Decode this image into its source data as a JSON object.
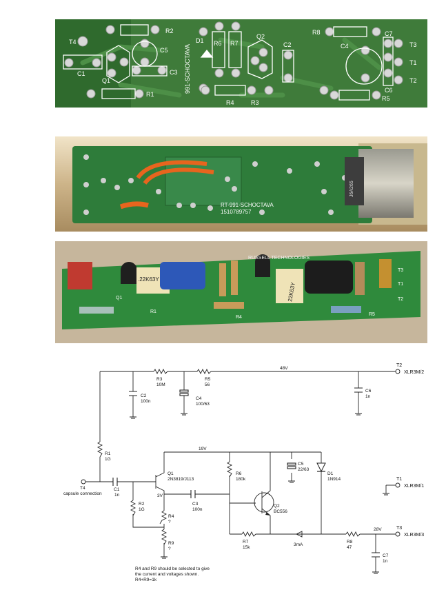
{
  "pcb_layout": {
    "labels": [
      "T4",
      "C1",
      "Q1",
      "R2",
      "C5",
      "C3",
      "R1",
      "991-SCHOCTAVA",
      "D1",
      "R6",
      "R7",
      "Q2",
      "R4",
      "R3",
      "C2",
      "R8",
      "C4",
      "C7",
      "T3",
      "T1",
      "T2",
      "C6",
      "R5"
    ]
  },
  "photo_bottom": {
    "silkscreen_line1": "RT-991-SCHOCTAVA",
    "silkscreen_line2": "1510789757",
    "transistor_mark": "J6A265"
  },
  "photo_assembled": {
    "brand": "RUSSELL TECHNOLOGIES",
    "cap_marking_1": ".22K63Y",
    "cap_marking_2": "22K63Y",
    "labels": [
      "Q1",
      "R1",
      "R4",
      "R5",
      "T3",
      "T1",
      "T2"
    ]
  },
  "schematic": {
    "components": {
      "R3": {
        "ref": "R3",
        "value": "10M"
      },
      "R5": {
        "ref": "R5",
        "value": "56"
      },
      "C2": {
        "ref": "C2",
        "value": "100n"
      },
      "C4": {
        "ref": "C4",
        "value": "100/63"
      },
      "C6": {
        "ref": "C6",
        "value": "1n"
      },
      "R1": {
        "ref": "R1",
        "value": "1G"
      },
      "Q1": {
        "ref": "Q1",
        "value": "2N3819/J113"
      },
      "C1": {
        "ref": "C1",
        "value": "1n"
      },
      "R2": {
        "ref": "R2",
        "value": "1G"
      },
      "C3": {
        "ref": "C3",
        "value": "100n"
      },
      "R4": {
        "ref": "R4",
        "value": "?"
      },
      "R9": {
        "ref": "R9",
        "value": "?"
      },
      "R6": {
        "ref": "R6",
        "value": "180k"
      },
      "C5": {
        "ref": "C5",
        "value": "22/63"
      },
      "D1": {
        "ref": "D1",
        "value": "1N914"
      },
      "Q2": {
        "ref": "Q2",
        "value": "BC556"
      },
      "R7": {
        "ref": "R7",
        "value": "15k"
      },
      "R8": {
        "ref": "R8",
        "value": "47"
      },
      "C7": {
        "ref": "C7",
        "value": "1n"
      }
    },
    "terminals": {
      "T2": {
        "ref": "T2",
        "label": "XLR3M/2"
      },
      "T1": {
        "ref": "T1",
        "label": "XLR3M/1"
      },
      "T3": {
        "ref": "T3",
        "label": "XLR3M/3"
      },
      "T4": {
        "ref": "T4",
        "label": "capsule connection"
      }
    },
    "voltages": {
      "v48": "48V",
      "v19": "19V",
      "v3": "3V",
      "v28": "28V",
      "i3": "3mA"
    },
    "note": [
      "R4 and R9 should be selected to give",
      "the current and voltages shown.",
      "R4+R9=1k"
    ]
  }
}
